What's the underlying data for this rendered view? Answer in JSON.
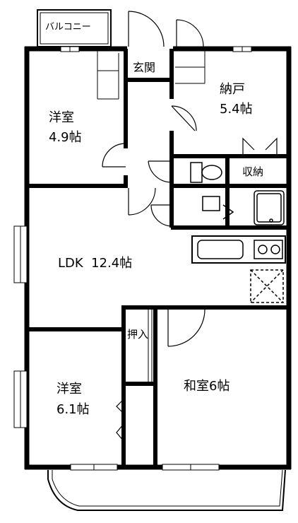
{
  "rooms": {
    "balcony_top": "バルコニー",
    "entrance": "玄関",
    "storage_room": {
      "name": "納戸",
      "size": "5.4帖"
    },
    "western_room_1": {
      "name": "洋室",
      "size": "4.9帖"
    },
    "closet": "収納",
    "ldk": "LDK  12.4帖",
    "oshiire": "押入",
    "western_room_2": {
      "name": "洋室",
      "size": "6.1帖"
    },
    "japanese_room": "和室6帖"
  },
  "colors": {
    "wall": "#000000",
    "background": "#ffffff",
    "fixture": "#000000"
  }
}
